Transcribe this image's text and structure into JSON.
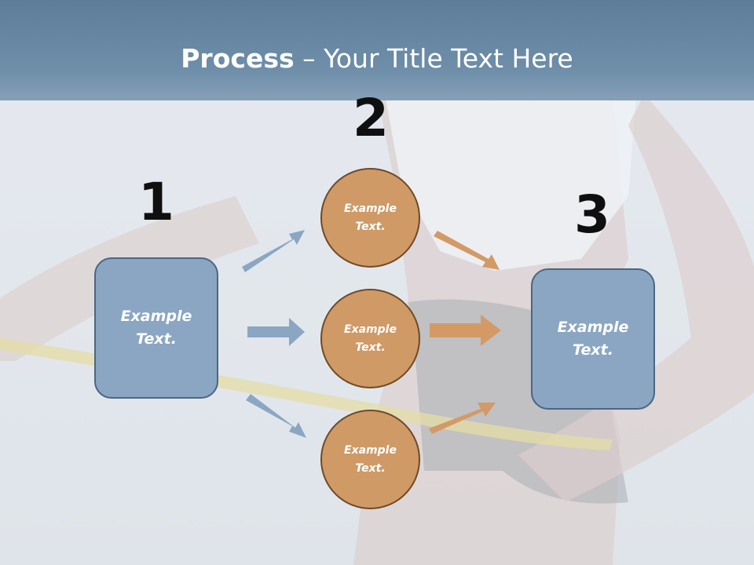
{
  "slide": {
    "title_bold": "Process",
    "title_rest": " – Your Title Text Here"
  },
  "steps": [
    {
      "number": "1",
      "text": "Example Text."
    },
    {
      "number": "2",
      "text": ""
    },
    {
      "number": "3",
      "text": "Example Text."
    }
  ],
  "middle_items": [
    {
      "text": "Example Text."
    },
    {
      "text": "Example Text."
    },
    {
      "text": "Example Text."
    }
  ],
  "colors": {
    "title_bar": "#6a8aa6",
    "box_fill": "#8aa6c2",
    "box_border": "#4c6683",
    "circle_fill": "#cf9a66",
    "circle_border": "#6f4a27",
    "blue_arrow": "#8aa6c2",
    "orange_arrow": "#d39a66"
  }
}
